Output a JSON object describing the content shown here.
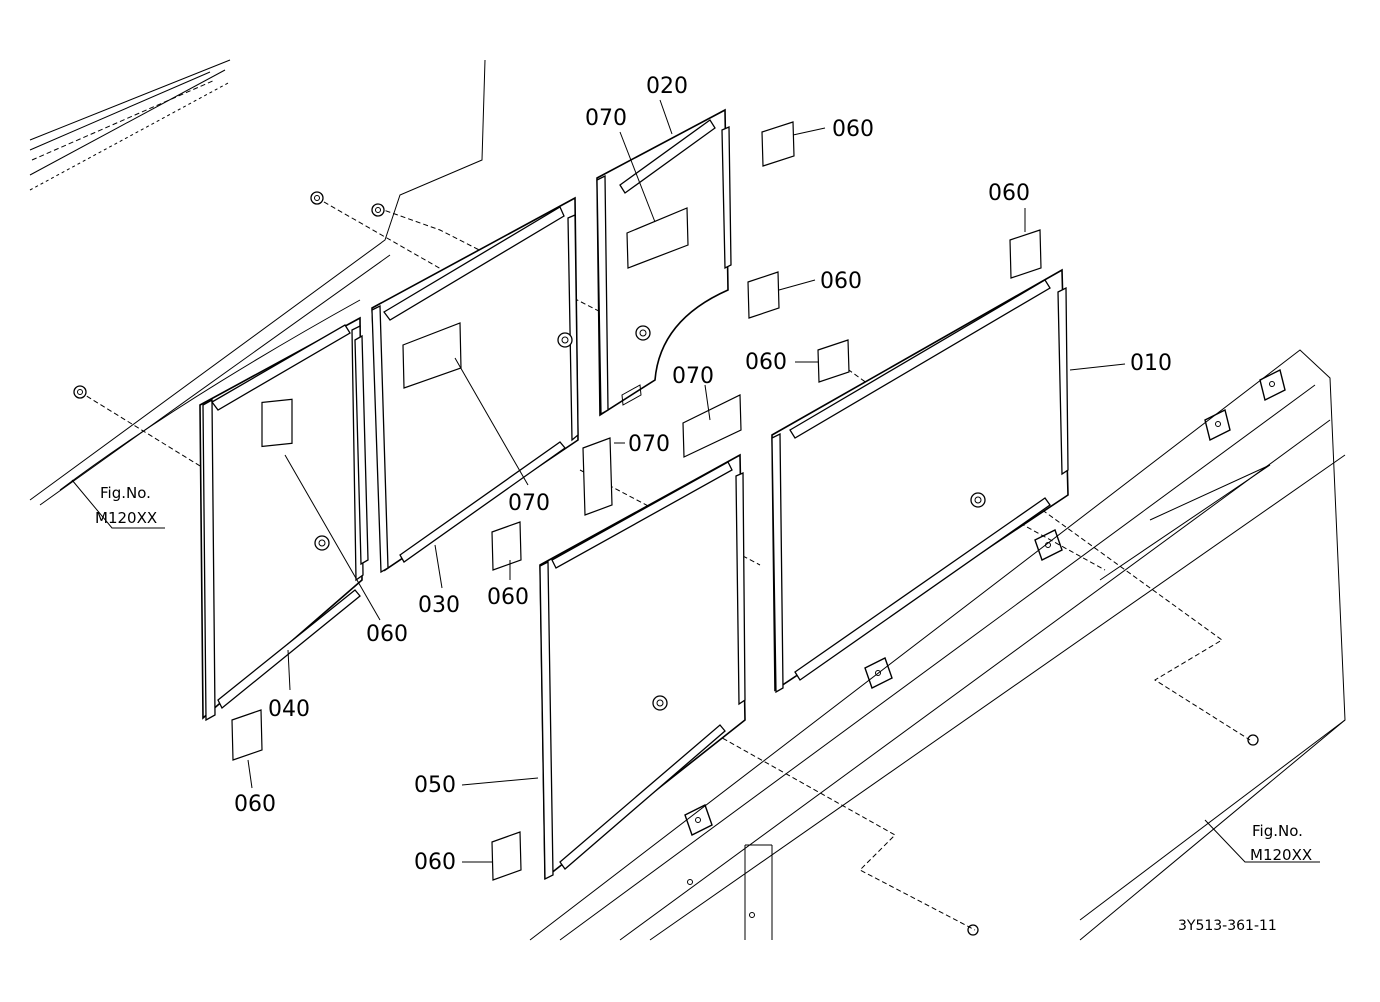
{
  "diagram": {
    "drawing_code": "3Y513-361-11",
    "callouts": {
      "p010": "010",
      "p020": "020",
      "p030": "030",
      "p040": "040",
      "p050": "050",
      "p060_a": "060",
      "p060_b": "060",
      "p060_c": "060",
      "p060_d": "060",
      "p060_e": "060",
      "p060_f": "060",
      "p060_g": "060",
      "p060_h": "060",
      "p070_a": "070",
      "p070_b": "070",
      "p070_c": "070",
      "p070_d": "070"
    },
    "fig_refs": {
      "left_line1": "Fig.No.",
      "left_line2": "M120XX",
      "right_line1": "Fig.No.",
      "right_line2": "M120XX"
    }
  }
}
